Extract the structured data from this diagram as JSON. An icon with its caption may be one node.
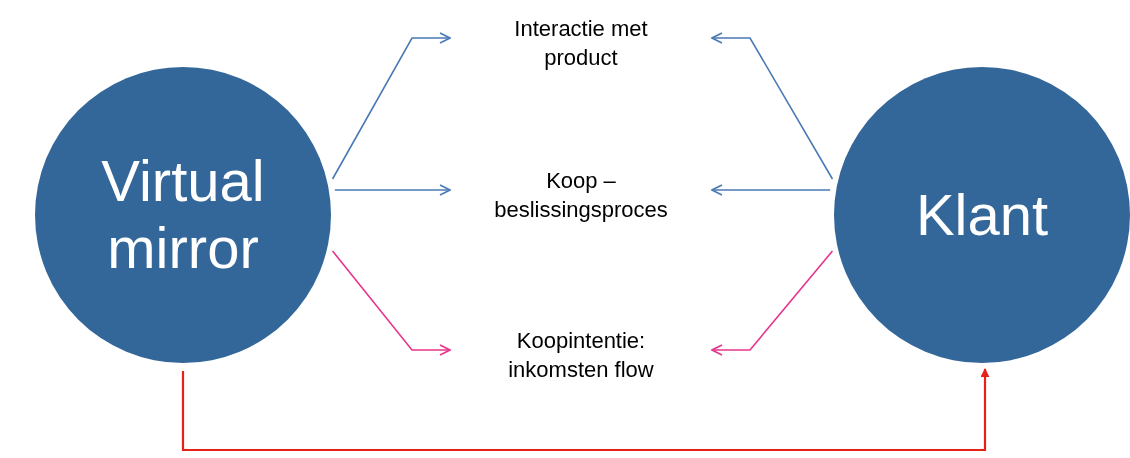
{
  "diagram": {
    "nodes": [
      {
        "text": [
          "Virtual mirror"
        ]
      },
      {
        "text": [
          "Interactie met product"
        ]
      },
      {
        "text": [
          "Koop – beslissingsproces"
        ]
      },
      {
        "text": [
          "Koopintentie: inkomsten flow"
        ]
      },
      {
        "text": [
          "Klant"
        ]
      }
    ],
    "edges": [
      {
        "from": 0,
        "to": 1,
        "arrow": "to"
      },
      {
        "from": 0,
        "to": 2,
        "arrow": "to"
      },
      {
        "from": 0,
        "to": 3,
        "arrow": "to",
        "color": "#e8348c"
      },
      {
        "from": 4,
        "to": 1,
        "arrow": "to"
      },
      {
        "from": 4,
        "to": 2,
        "arrow": "to"
      },
      {
        "from": 4,
        "to": 3,
        "arrow": "to",
        "color": "#e8348c"
      },
      {
        "from": 0,
        "to": 4,
        "arrow": "to",
        "color": "#e8201a"
      }
    ]
  }
}
